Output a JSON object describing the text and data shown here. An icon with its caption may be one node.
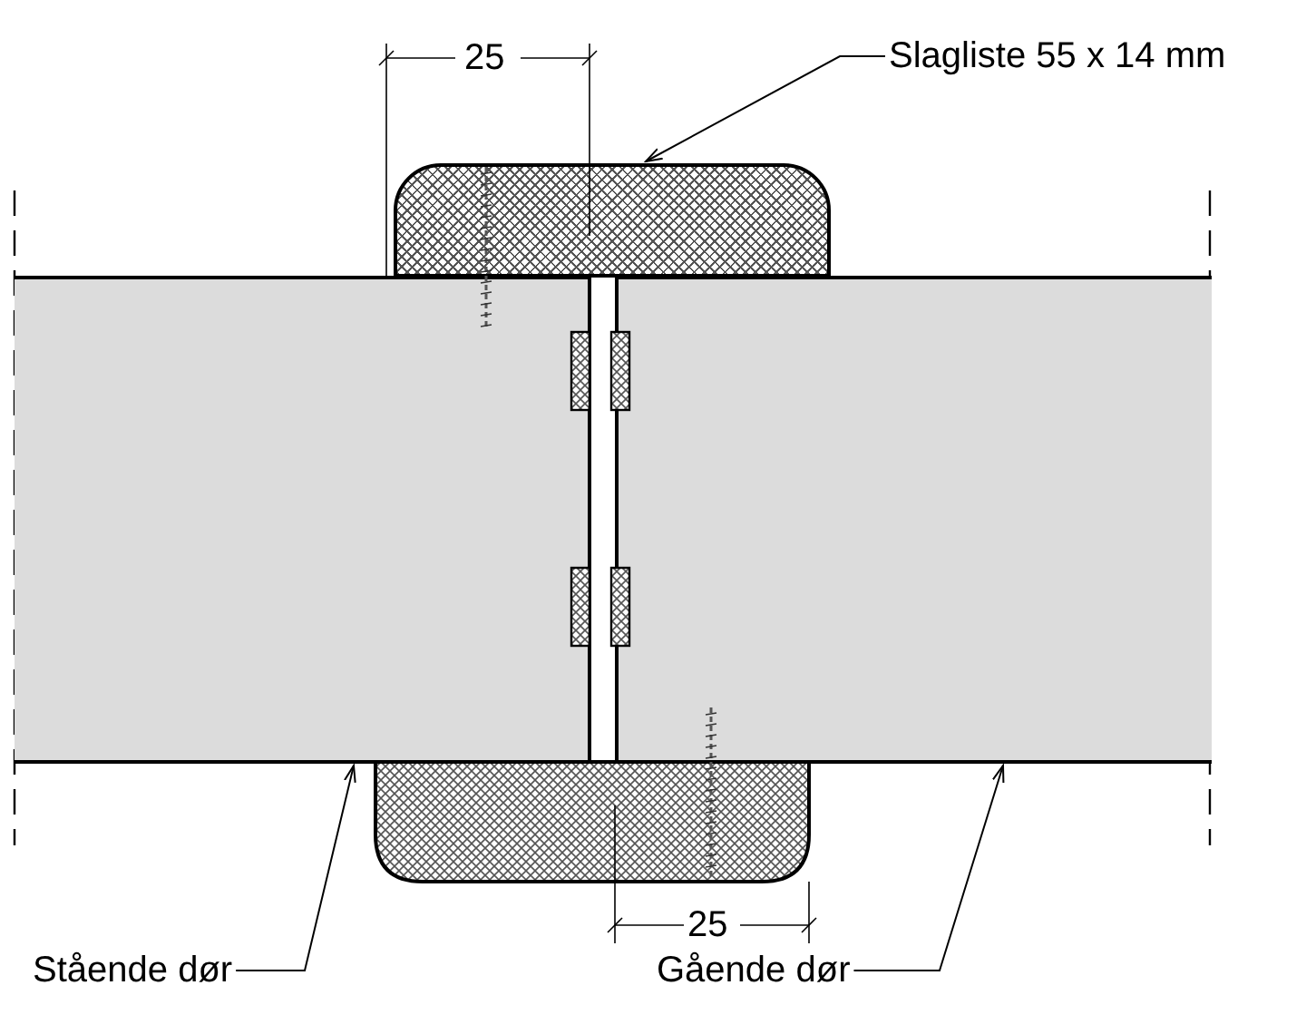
{
  "diagram": {
    "nodes": [
      {
        "text": [
          "Slagliste 55 x 14 mm"
        ]
      },
      {
        "text": [],
        "shape": "box"
      },
      {
        "text": [
          "Stående dør"
        ]
      },
      {
        "text": [],
        "shape": "box"
      },
      {
        "text": [
          "Gående dør"
        ]
      },
      {
        "text": [],
        "shape": "box"
      }
    ],
    "edges": [
      {
        "from": 0,
        "to": 1,
        "arrow": "to"
      },
      {
        "from": 2,
        "to": 3,
        "arrow": "to"
      },
      {
        "from": 4,
        "to": 5,
        "arrow": "to"
      }
    ],
    "labels": [
      "25",
      "25"
    ]
  }
}
